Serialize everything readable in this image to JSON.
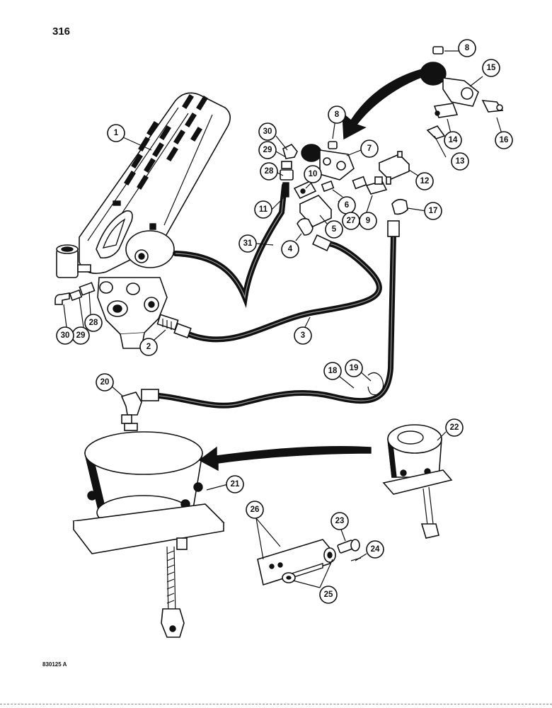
{
  "page": {
    "page_number": "316",
    "figure_code": "830125 A"
  },
  "callouts": [
    {
      "id": "c1",
      "label": "1"
    },
    {
      "id": "c2",
      "label": "2"
    },
    {
      "id": "c3",
      "label": "3"
    },
    {
      "id": "c4",
      "label": "4"
    },
    {
      "id": "c5",
      "label": "5"
    },
    {
      "id": "c6",
      "label": "6"
    },
    {
      "id": "c7",
      "label": "7"
    },
    {
      "id": "c8a",
      "label": "8"
    },
    {
      "id": "c8b",
      "label": "8"
    },
    {
      "id": "c9",
      "label": "9"
    },
    {
      "id": "c10",
      "label": "10"
    },
    {
      "id": "c11",
      "label": "11"
    },
    {
      "id": "c12",
      "label": "12"
    },
    {
      "id": "c13",
      "label": "13"
    },
    {
      "id": "c14",
      "label": "14"
    },
    {
      "id": "c15",
      "label": "15"
    },
    {
      "id": "c16",
      "label": "16"
    },
    {
      "id": "c17",
      "label": "17"
    },
    {
      "id": "c18",
      "label": "18"
    },
    {
      "id": "c19",
      "label": "19"
    },
    {
      "id": "c20",
      "label": "20"
    },
    {
      "id": "c21",
      "label": "21"
    },
    {
      "id": "c22",
      "label": "22"
    },
    {
      "id": "c23",
      "label": "23"
    },
    {
      "id": "c24",
      "label": "24"
    },
    {
      "id": "c25",
      "label": "25"
    },
    {
      "id": "c26",
      "label": "26"
    },
    {
      "id": "c27",
      "label": "27"
    },
    {
      "id": "c28a",
      "label": "28"
    },
    {
      "id": "c28b",
      "label": "28"
    },
    {
      "id": "c29a",
      "label": "29"
    },
    {
      "id": "c29b",
      "label": "29"
    },
    {
      "id": "c30a",
      "label": "30"
    },
    {
      "id": "c30b",
      "label": "30"
    },
    {
      "id": "c31",
      "label": "31"
    }
  ]
}
